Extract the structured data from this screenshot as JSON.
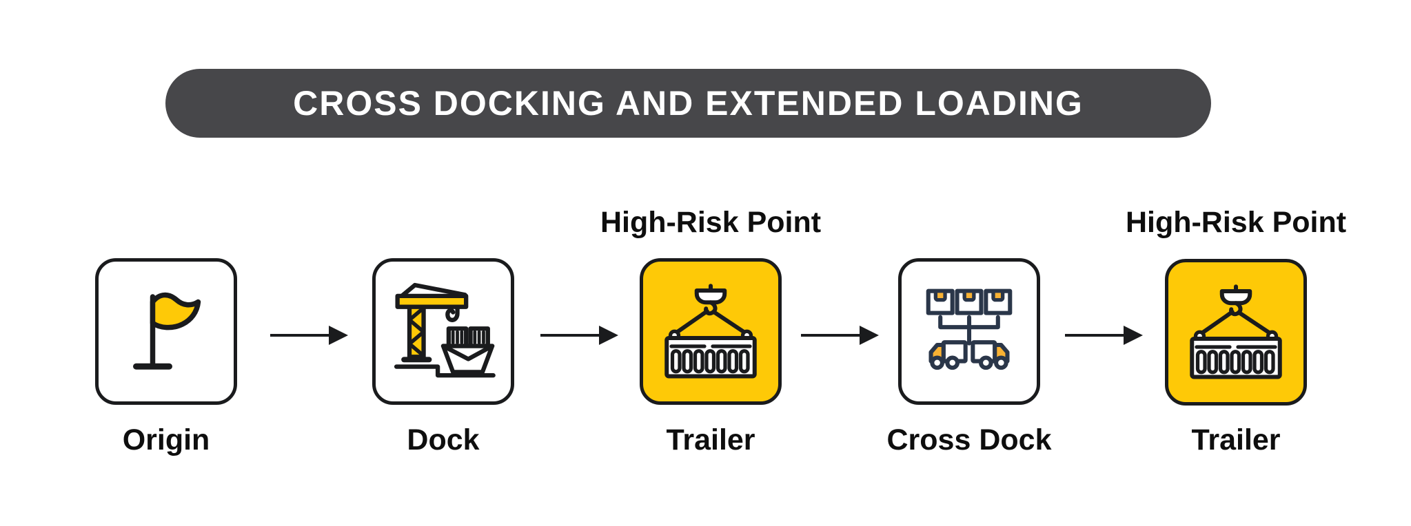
{
  "title": {
    "text": "CROSS DOCKING AND EXTENDED LOADING"
  },
  "colors": {
    "background": "#FFFFFF",
    "banner_bg": "#47474A",
    "banner_text": "#FFFFFF",
    "ink": "#1A1B1D",
    "accent_yellow": "#FEC907",
    "icon_navy": "#2A3649",
    "icon_orange": "#F9B233",
    "label_color": "#0E0E0E"
  },
  "flow": {
    "nodes": [
      {
        "id": "origin",
        "label": "Origin",
        "icon": "flag-icon",
        "highlighted": false,
        "risk_label": ""
      },
      {
        "id": "dock",
        "label": "Dock",
        "icon": "crane-ship-icon",
        "highlighted": false,
        "risk_label": ""
      },
      {
        "id": "trailer-1",
        "label": "Trailer",
        "icon": "hanging-container-icon",
        "highlighted": true,
        "risk_label": "High-Risk Point"
      },
      {
        "id": "cross-dock",
        "label": "Cross Dock",
        "icon": "boxes-trucks-icon",
        "highlighted": false,
        "risk_label": ""
      },
      {
        "id": "trailer-2",
        "label": "Trailer",
        "icon": "hanging-container-icon",
        "highlighted": true,
        "risk_label": "High-Risk Point"
      }
    ],
    "arrow_count": 4
  }
}
